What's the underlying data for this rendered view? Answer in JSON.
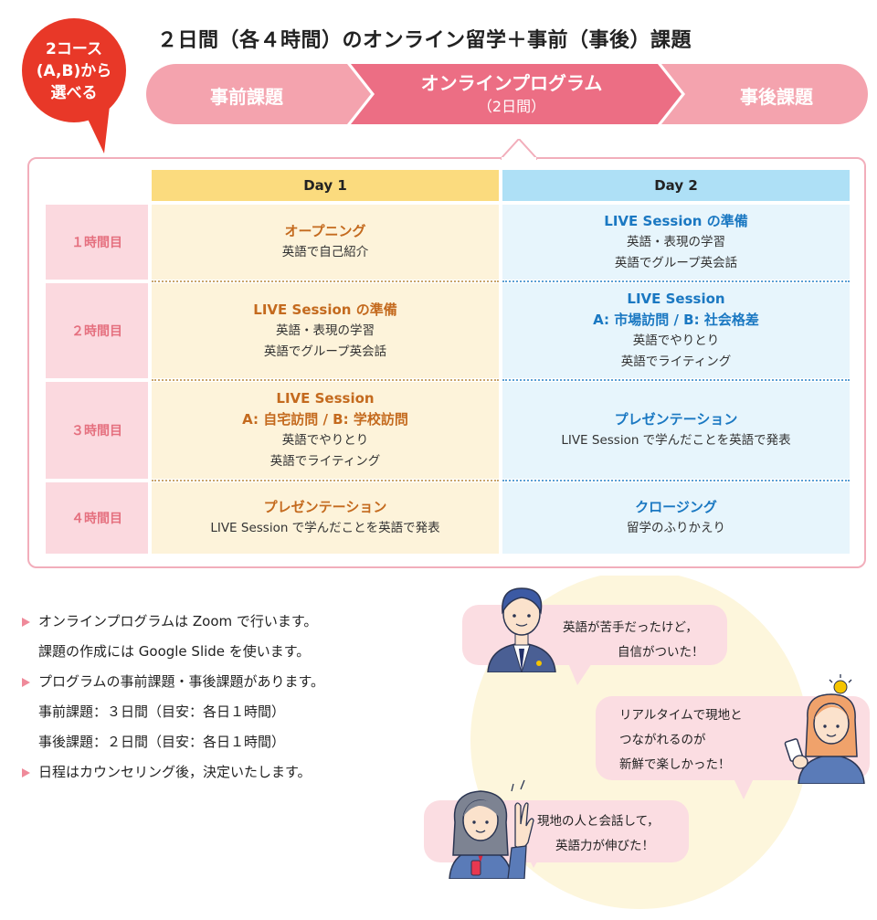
{
  "badge": {
    "line1": "2コース",
    "line2": "(A,B)から",
    "line3": "選べる",
    "color": "#e83828"
  },
  "title": "２日間（各４時間）のオンライン留学＋事前（事後）課題",
  "flow": {
    "pre": "事前課題",
    "main": "オンラインプログラム",
    "main_sub": "（2日間）",
    "post": "事後課題",
    "colors": {
      "light": "#f4a3ae",
      "main": "#ec6e84"
    }
  },
  "schedule": {
    "columns": [
      "Day 1",
      "Day 2"
    ],
    "rows": [
      {
        "label": "１時間目",
        "day1": {
          "title": "オープニング",
          "lines": [
            "英語で自己紹介"
          ]
        },
        "day2": {
          "title": "LIVE Session の準備",
          "lines": [
            "英語・表現の学習",
            "英語でグループ英会話"
          ]
        }
      },
      {
        "label": "２時間目",
        "day1": {
          "title": "LIVE Session の準備",
          "lines": [
            "英語・表現の学習",
            "英語でグループ英会話"
          ]
        },
        "day2": {
          "title": "LIVE Session",
          "title2": "A: 市場訪問 / B: 社会格差",
          "lines": [
            "英語でやりとり",
            "英語でライティング"
          ]
        }
      },
      {
        "label": "３時間目",
        "day1": {
          "title": "LIVE Session",
          "title2": "A: 自宅訪問 / B: 学校訪問",
          "lines": [
            "英語でやりとり",
            "英語でライティング"
          ]
        },
        "day2": {
          "title": "プレゼンテーション",
          "lines": [
            "LIVE Session で学んだことを英語で発表"
          ]
        }
      },
      {
        "label": "４時間目",
        "day1": {
          "title": "プレゼンテーション",
          "lines": [
            "LIVE Session で学んだことを英語で発表"
          ]
        },
        "day2": {
          "title": "クロージング",
          "lines": [
            "留学のふりかえり"
          ]
        }
      }
    ]
  },
  "notes": [
    {
      "bullet": true,
      "text": "オンラインプログラムは Zoom で行います。"
    },
    {
      "bullet": false,
      "text": "課題の作成には Google Slide を使います。"
    },
    {
      "bullet": true,
      "text": "プログラムの事前課題・事後課題があります。"
    },
    {
      "bullet": false,
      "text": "事前課題：３日間（目安：各日１時間）"
    },
    {
      "bullet": false,
      "text": "事後課題：２日間（目安：各日１時間）"
    },
    {
      "bullet": true,
      "text": "日程はカウンセリング後，決定いたします。"
    }
  ],
  "voices": [
    {
      "line1": "英語が苦手だったけど，",
      "line2": "自信がついた！"
    },
    {
      "line1": "リアルタイムで現地と",
      "line2": "つながれるのが",
      "line3": "新鮮で楽しかった！"
    },
    {
      "line1": "現地の人と会話して，",
      "line2": "英語力が伸びた！"
    }
  ]
}
